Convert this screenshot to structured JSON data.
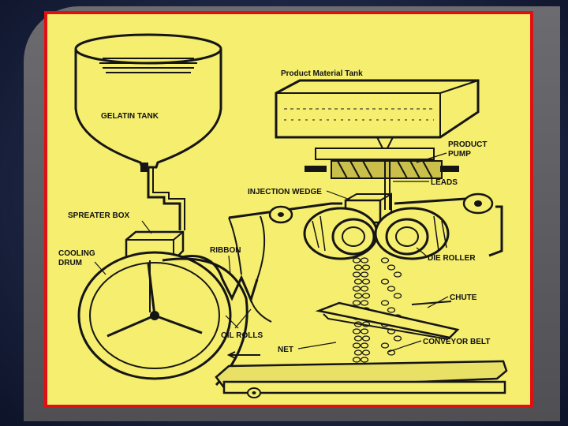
{
  "diagram": {
    "labels": {
      "gelatin_tank": "GELATIN TANK",
      "product_material_tank": "Product Material Tank",
      "product_pump_1": "PRODUCT",
      "product_pump_2": "PUMP",
      "leads": "LEADS",
      "injection_wedge": "INJECTION WEDGE",
      "spreader_box": "SPREATER BOX",
      "ribbon": "RIBBON",
      "cooling_drum_1": "COOLING",
      "cooling_drum_2": "DRUM",
      "die_roller": "DIE ROLLER",
      "chute": "CHUTE",
      "oil_rolls": "OIL ROLLS",
      "conveyor_belt": "CONVEYOR BELT",
      "net": "NET"
    },
    "colors": {
      "background": "#f5ee6e",
      "frame_border": "#e01010",
      "ink": "#151515"
    }
  }
}
